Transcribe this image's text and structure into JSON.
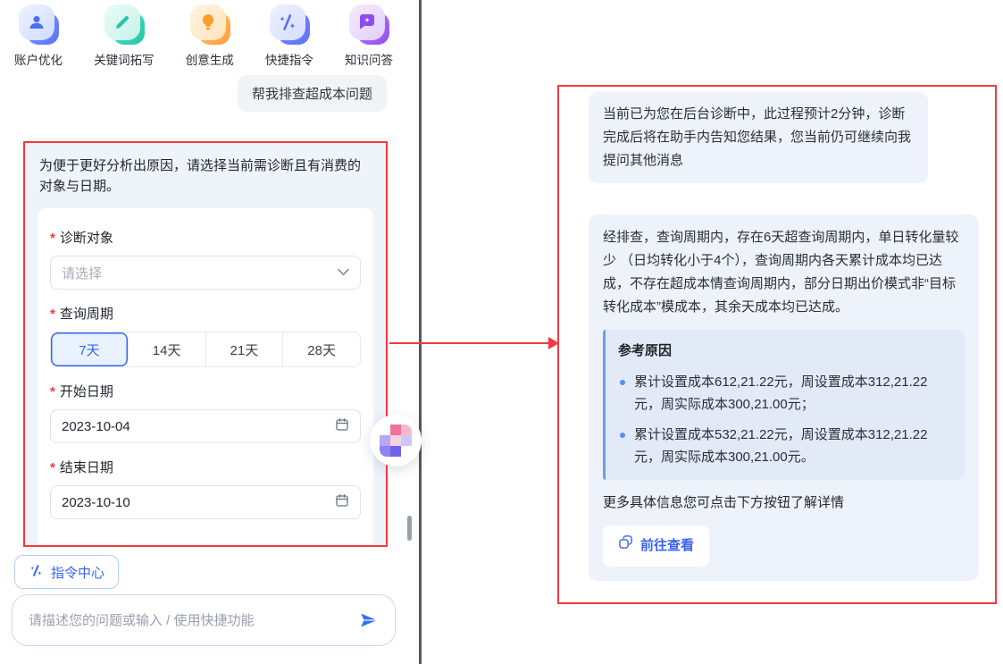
{
  "colors": {
    "annotation_red": "#f5383d",
    "accent_blue": "#3566f2",
    "bubble_bg": "#edf2fb",
    "reason_box_bg": "#e3eaf7",
    "reason_border_blue": "#6f9bf8",
    "selected_segment_bg": "#eaf2ff"
  },
  "left_panel": {
    "quick_actions": [
      {
        "label": "账户优化",
        "icon": "user-icon"
      },
      {
        "label": "关键词拓写",
        "icon": "pencil-icon"
      },
      {
        "label": "创意生成",
        "icon": "bulb-icon"
      },
      {
        "label": "快捷指令",
        "icon": "slash-spark-icon"
      },
      {
        "label": "知识问答",
        "icon": "chat-bubble-icon"
      }
    ],
    "user_message": "帮我排查超成本问题",
    "form": {
      "intro": "为便于更好分析出原因，请选择当前需诊断且有消费的对象与日期。",
      "diagnosis_target": {
        "label": "诊断对象",
        "placeholder": "请选择"
      },
      "query_period": {
        "label": "查询周期",
        "options": [
          "7天",
          "14天",
          "21天",
          "28天"
        ],
        "selected": "7天"
      },
      "start_date": {
        "label": "开始日期",
        "value": "2023-10-04"
      },
      "end_date": {
        "label": "结束日期",
        "value": "2023-10-10"
      }
    },
    "command_center": {
      "label": "指令中心"
    },
    "chat_input": {
      "placeholder": "请描述您的问题或输入 / 使用快捷功能"
    }
  },
  "right_panel": {
    "status_message": "当前已为您在后台诊断中，此过程预计2分钟，诊断完成后将在助手内告知您结果，您当前仍可继续向我提问其他消息",
    "result_message": {
      "summary": "经排查，查询周期内，存在6天超查询周期内，单日转化量较少 （日均转化小于4个），查询周期内各天累计成本均已达成，不存在超成本情查询周期内，部分日期出价模式非“目标转化成本”模成本，其余天成本均已达成。",
      "reasons_title": "参考原因",
      "reasons": [
        "累计设置成本612,21.22元，周设置成本312,21.22元，周实际成本300,21.00元；",
        "累计设置成本532,21.22元，周设置成本312,21.22元，周实际成本300,21.00元。"
      ],
      "more_info": "更多具体信息您可点击下方按钮了解详情",
      "action_button": "前往查看"
    }
  }
}
